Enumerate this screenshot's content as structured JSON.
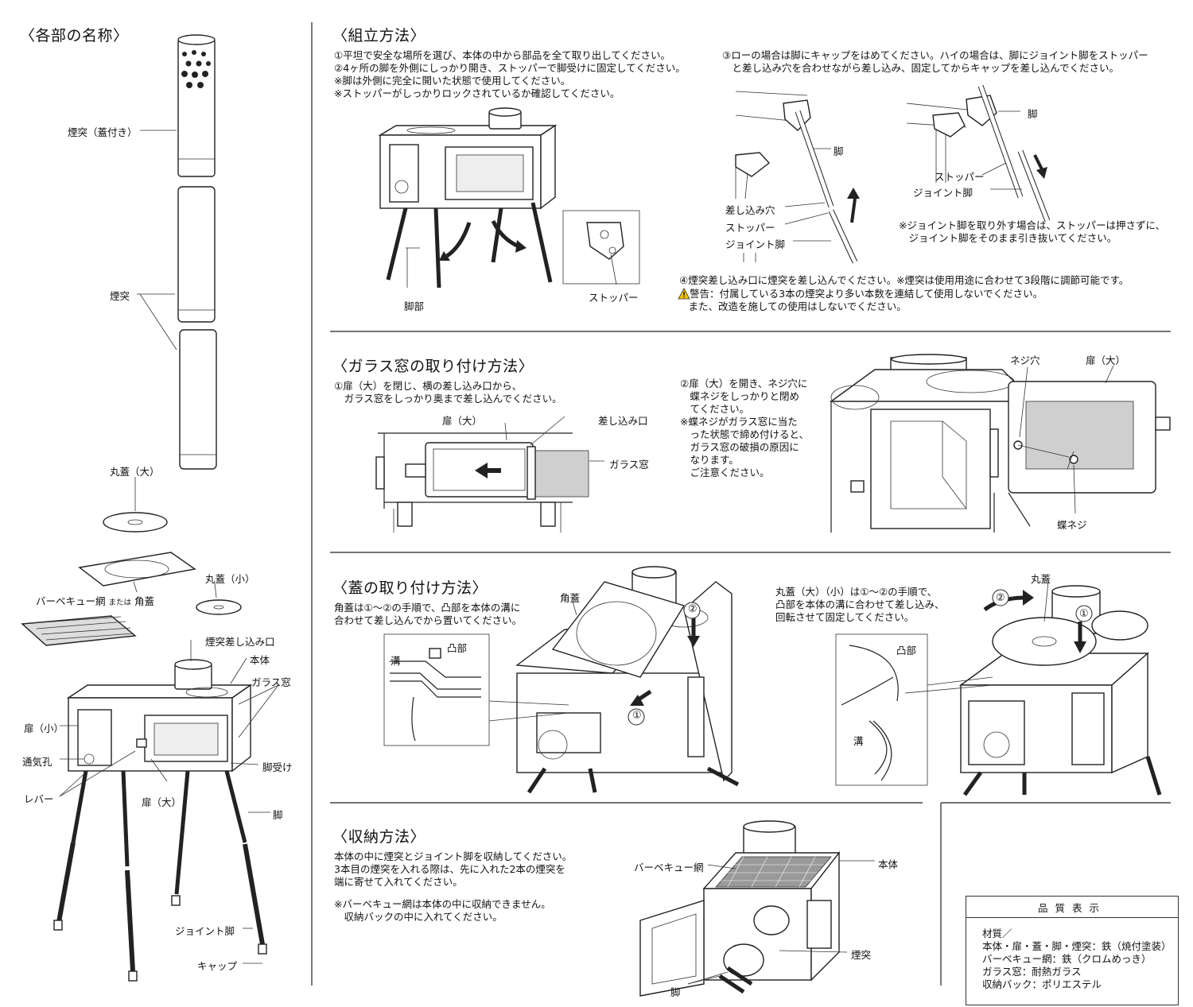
{
  "colors": {
    "line": "#222222",
    "glass": "#cfcfcf",
    "warning": "#f2c200"
  },
  "parts": {
    "title": "〈各部の名称〉",
    "labels": {
      "chimney_cap": "煙突（蓋付き）",
      "chimney": "煙突",
      "round_lid_large": "丸蓋（大）",
      "round_lid_small": "丸蓋（小）",
      "bbq_net": "バーベキュー網",
      "or": "または",
      "square_lid": "角蓋",
      "chimney_port": "煙突差し込み口",
      "body": "本体",
      "glass_window": "ガラス窓",
      "door_small": "扉（小）",
      "vent": "通気孔",
      "lever": "レバー",
      "door_large": "扉（大）",
      "leg_holder": "脚受け",
      "leg": "脚",
      "joint_leg": "ジョイント脚",
      "cap": "キャップ"
    }
  },
  "assembly": {
    "title": "〈組立方法〉",
    "steps_1_2": "①平坦で安全な場所を選び、本体の中から部品を全て取り出してください。\n②4ヶ所の脚を外側にしっかり開き、ストッパーで脚受けに固定してください。\n※脚は外側に完全に開いた状態で使用してください。\n※ストッパーがしっかりロックされているか確認してください。",
    "labels": {
      "legs": "脚部",
      "stopper": "ストッパー"
    },
    "step_3": "③ローの場合は脚にキャップをはめてください。ハイの場合は、脚にジョイント脚をストッパー\n　と差し込み穴を合わせながら差し込み、固定してからキャップを差し込んでください。",
    "step3_labels": {
      "leg": "脚",
      "insert_hole": "差し込み穴",
      "stopper": "ストッパー",
      "joint_leg": "ジョイント脚"
    },
    "step3_note": "※ジョイント脚を取り外す場合は、ストッパーは押さずに、\n　ジョイント脚をそのまま引き抜いてください。",
    "step_4": "④煙突差し込み口に煙突を差し込んでください。※煙突は使用用途に合わせて3段階に調節可能です。",
    "warning_label": "警告",
    "warning": "：付属している3本の煙突より多い本数を連結して使用しないでください。\n　また、改造を施しての使用はしないでください。"
  },
  "glass": {
    "title": "〈ガラス窓の取り付け方法〉",
    "step_1": "①扉（大）を閉じ、横の差し込み口から、\n　ガラス窓をしっかり奥まで差し込んでください。",
    "labels": {
      "door_large": "扉（大）",
      "slot": "差し込み口",
      "glass_window": "ガラス窓"
    },
    "step_2": "②扉（大）を開き、ネジ穴に\n　蝶ネジをしっかりと閉め\n　てください。\n※蝶ネジがガラス窓に当た\n　った状態で締め付けると、\n　ガラス窓の破損の原因に\n　なります。\n　ご注意ください。",
    "labels2": {
      "screw_hole": "ネジ穴",
      "door_large": "扉（大）",
      "wing_screw": "蝶ネジ"
    }
  },
  "lid": {
    "title": "〈蓋の取り付け方法〉",
    "text_left": "角蓋は①～②の手順で、凸部を本体の溝に\n合わせて差し込んでから置いてください。",
    "labels_left": {
      "square_lid": "角蓋",
      "protrusion": "凸部",
      "groove": "溝",
      "step1": "①",
      "step2": "②"
    },
    "text_right": "丸蓋（大）（小）は①～②の手順で、\n凸部を本体の溝に合わせて差し込み、\n回転させて固定してください。",
    "labels_right": {
      "round_lid": "丸蓋",
      "protrusion": "凸部",
      "groove": "溝",
      "step1": "①",
      "step2": "②"
    }
  },
  "storage": {
    "title": "〈収納方法〉",
    "text": "本体の中に煙突とジョイント脚を収納してください。\n3本目の煙突を入れる際は、先に入れた2本の煙突を\n端に寄せて入れてください。",
    "note": "※バーベキュー網は本体の中に収納できません。\n　収納バックの中に入れてください。",
    "labels": {
      "bbq_net": "バーベキュー網",
      "body": "本体",
      "chimney": "煙突",
      "leg": "脚"
    }
  },
  "quality": {
    "header": "品質表示",
    "lines": "材質／\n本体・扉・蓋・脚・煙突：鉄（焼付塗装）\nバーベキュー網：鉄（クロムめっき）\nガラス窓：耐熱ガラス\n収納バック：ポリエステル"
  }
}
